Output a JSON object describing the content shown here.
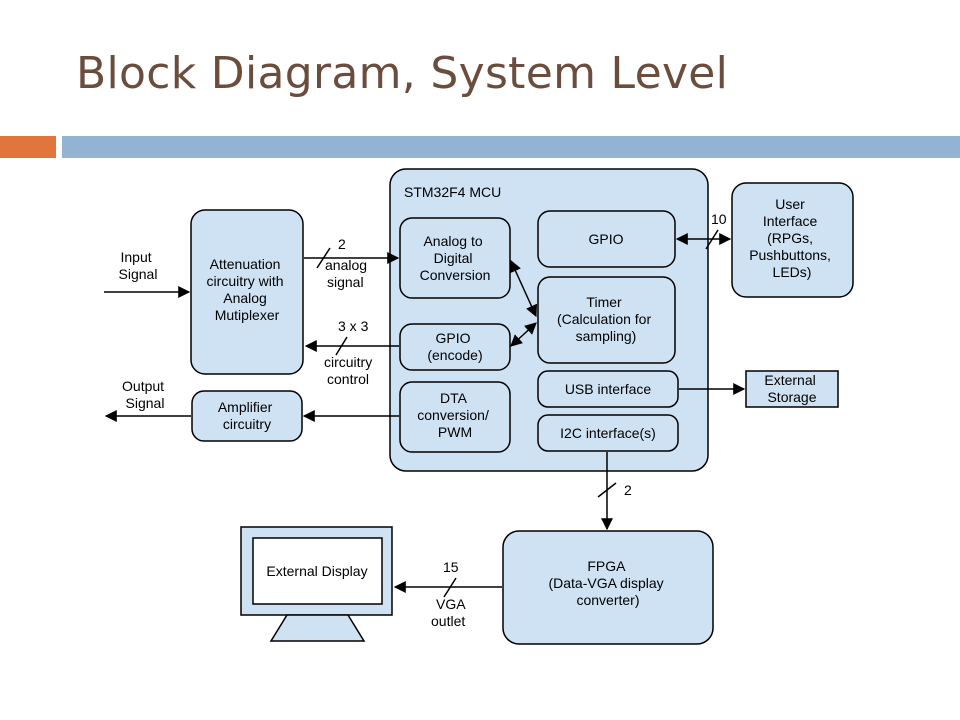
{
  "title": "Block Diagram, System Level",
  "colors": {
    "title": "#6b4d3e",
    "accent_orange": "#e0763c",
    "accent_blue": "#93b3d2",
    "block_fill": "#cfe2f3",
    "stroke": "#000000"
  },
  "diagram": {
    "mcu_title": "STM32F4 MCU",
    "input_signal": [
      "Input",
      "Signal"
    ],
    "output_signal": [
      "Output",
      "Signal"
    ],
    "attenuation": [
      "Attenuation",
      "circuitry with",
      "Analog",
      "Mutiplexer"
    ],
    "amplifier": [
      "Amplifier",
      "circuitry"
    ],
    "adc": [
      "Analog to",
      "Digital",
      "Conversion"
    ],
    "gpio_encode": [
      "GPIO",
      "(encode)"
    ],
    "dta": [
      "DTA",
      "conversion/",
      "PWM"
    ],
    "gpio": "GPIO",
    "timer": [
      "Timer",
      "(Calculation for",
      "sampling)"
    ],
    "usb": "USB interface",
    "i2c": "I2C interface(s)",
    "user_interface": [
      "User",
      "Interface",
      "(RPGs,",
      "Pushbuttons,",
      "LEDs)"
    ],
    "external_storage": [
      "External",
      "Storage"
    ],
    "fpga": [
      "FPGA",
      "(Data-VGA display",
      "converter)"
    ],
    "external_display": "External Display",
    "analog_bus": {
      "count": "2",
      "label": [
        "analog",
        "signal"
      ]
    },
    "control_bus": {
      "count": "3 x 3",
      "label": [
        "circuitry",
        "control"
      ]
    },
    "ui_bus": {
      "count": "10"
    },
    "i2c_bus": {
      "count": "2"
    },
    "vga_bus": {
      "count": "15",
      "label": [
        "VGA",
        "outlet"
      ]
    }
  }
}
